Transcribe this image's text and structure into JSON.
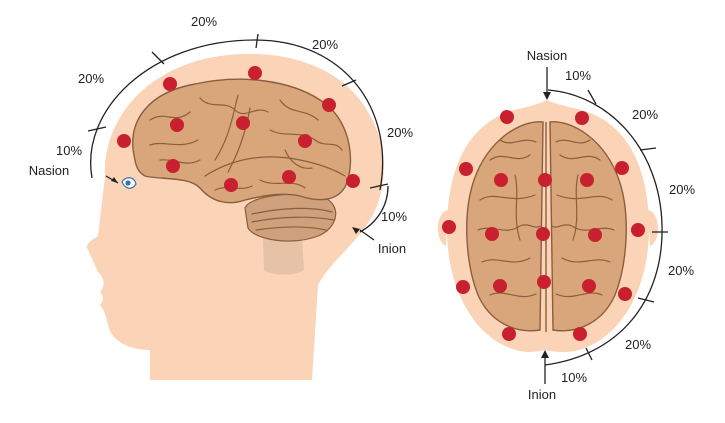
{
  "side_view": {
    "labels": {
      "nasion": "Nasion",
      "inion": "Inion",
      "seg_nasion": "10%",
      "seg_1": "20%",
      "seg_2": "20%",
      "seg_3": "20%",
      "seg_4": "20%",
      "seg_inion": "10%"
    }
  },
  "top_view": {
    "labels": {
      "nasion": "Nasion",
      "inion": "Inion",
      "seg_nasion": "10%",
      "seg_1": "20%",
      "seg_2": "20%",
      "seg_3": "20%",
      "seg_4": "20%",
      "seg_inion": "10%"
    }
  },
  "colors": {
    "skin": "#fbd3b7",
    "brain": "#d9a67c",
    "brain_outline": "#8b5e3c",
    "electrode": "#c8202f",
    "line": "#222222"
  }
}
